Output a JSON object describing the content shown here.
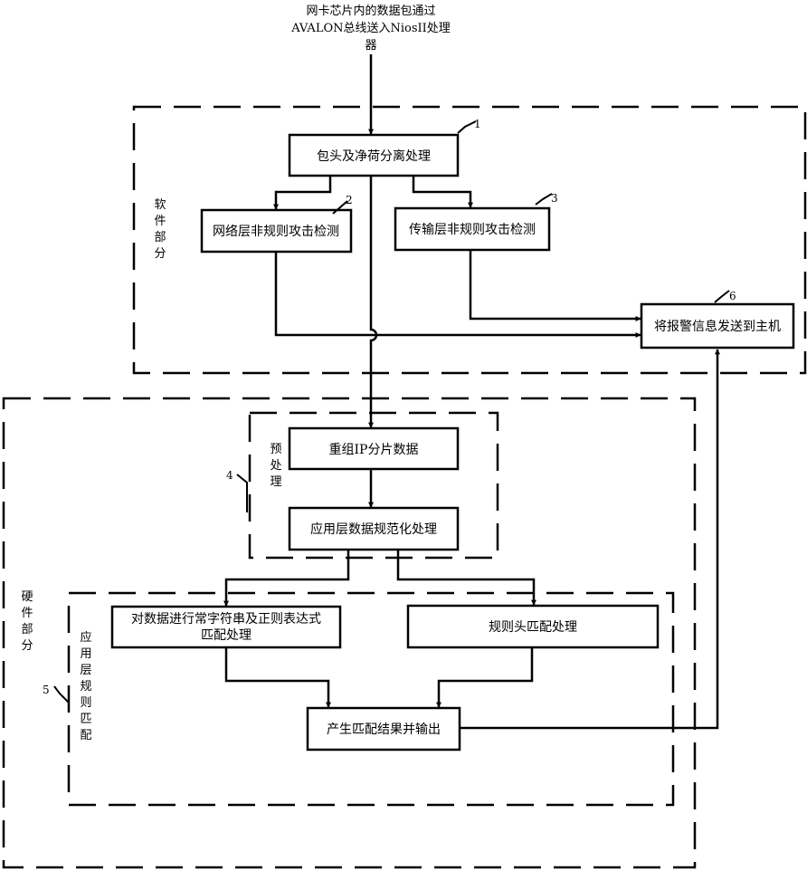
{
  "input_text": [
    "网卡芯片内的数据包通过",
    "AVALON总线送入NiosII处理",
    "器"
  ],
  "groups": {
    "software": [
      "软",
      "件",
      "部",
      "分"
    ],
    "hardware": [
      "硬",
      "件",
      "部",
      "分"
    ],
    "preprocess": [
      "预",
      "处",
      "理"
    ],
    "app_match": [
      "应",
      "用",
      "层",
      "规",
      "则",
      "匹",
      "配"
    ]
  },
  "nodes": {
    "split": "包头及净荷分离处理",
    "net_detect": "网络层非规则攻击检测",
    "trans_detect": "传输层非规则攻击检测",
    "alarm": "将报警信息发送到主机",
    "reassemble": "重组IP分片数据",
    "normalize": "应用层数据规范化处理",
    "string_match": [
      "对数据进行常字符串及正则表达式",
      "匹配处理"
    ],
    "rulehead": "规则头匹配处理",
    "result": "产生匹配结果并输出"
  },
  "callouts": {
    "c1": "1",
    "c2": "2",
    "c3": "3",
    "c4": "4",
    "c5": "5",
    "c6": "6"
  }
}
